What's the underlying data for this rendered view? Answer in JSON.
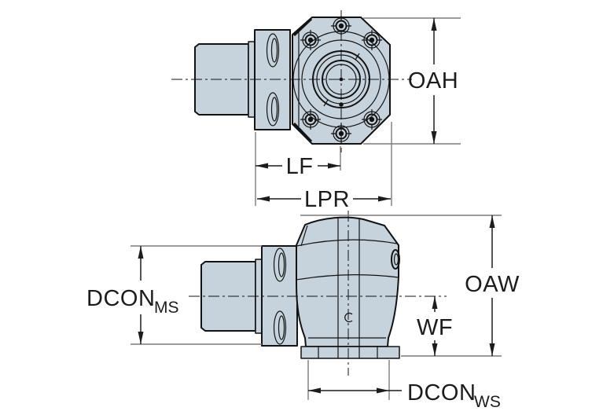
{
  "colors": {
    "background": "#ffffff",
    "part_fill": "#c6d3dd",
    "outline": "#131313",
    "dimension": "#1c1c1c",
    "extension": "#7c7c7c"
  },
  "drawing": {
    "kind": "tool-holder dimensional line drawing",
    "views": [
      "front-view",
      "top-view"
    ]
  },
  "dimensions": {
    "oah": {
      "label": "OAH"
    },
    "lf": {
      "label": "LF"
    },
    "lpr": {
      "label": "LPR"
    },
    "dcon_ms": {
      "base": "DCON",
      "sub": "MS"
    },
    "oaw": {
      "label": "OAW"
    },
    "wf": {
      "label": "WF"
    },
    "dcon_ws": {
      "base": "DCON",
      "sub": "WS"
    }
  }
}
